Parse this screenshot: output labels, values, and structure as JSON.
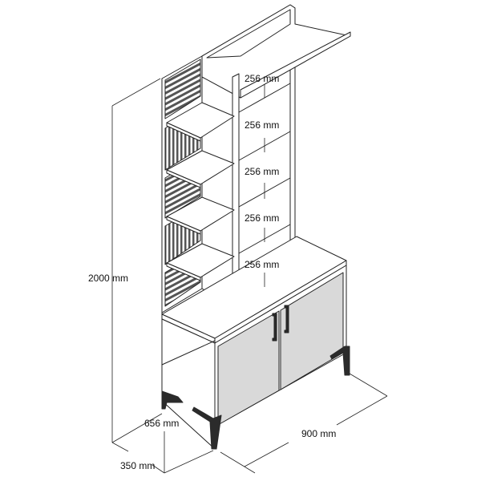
{
  "diagram": {
    "type": "isometric furniture dimension drawing",
    "subject": "hall stand with slatted open shelving tower and two-door cabinet on legs",
    "colors": {
      "line": "#222222",
      "panel": "#ffffff",
      "door_fill": "#d9d9d9",
      "slat_dark": "#555555",
      "leg": "#2b2b2b"
    },
    "dimensions": {
      "total_height": "2000 mm",
      "cabinet_height": "656 mm",
      "depth": "350 mm",
      "width": "900 mm",
      "shelf_spacing": [
        "256 mm",
        "256 mm",
        "256 mm",
        "256 mm",
        "256 mm"
      ]
    },
    "components": {
      "shelf_count": 5,
      "door_count": 2,
      "handle_count": 2,
      "leg_count": 4
    }
  }
}
